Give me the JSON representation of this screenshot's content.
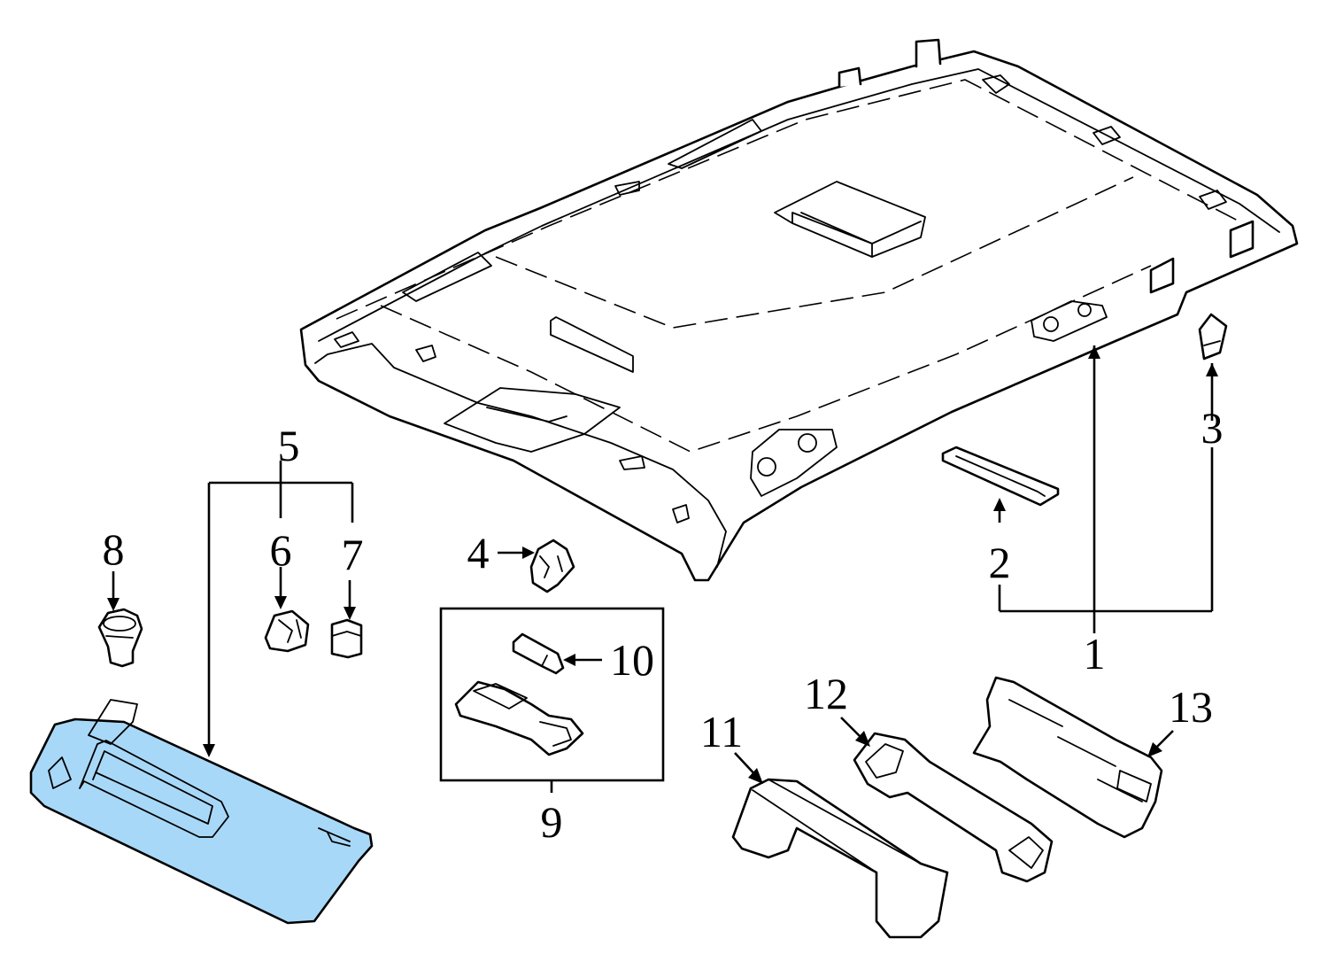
{
  "callouts": {
    "c1": "1",
    "c2": "2",
    "c3": "3",
    "c4": "4",
    "c5": "5",
    "c6": "6",
    "c7": "7",
    "c8": "8",
    "c9": "9",
    "c10": "10",
    "c11": "11",
    "c12": "12",
    "c13": "13"
  },
  "colors": {
    "highlight_fill": "#a8d8f8",
    "line": "#000000",
    "background": "#ffffff"
  }
}
